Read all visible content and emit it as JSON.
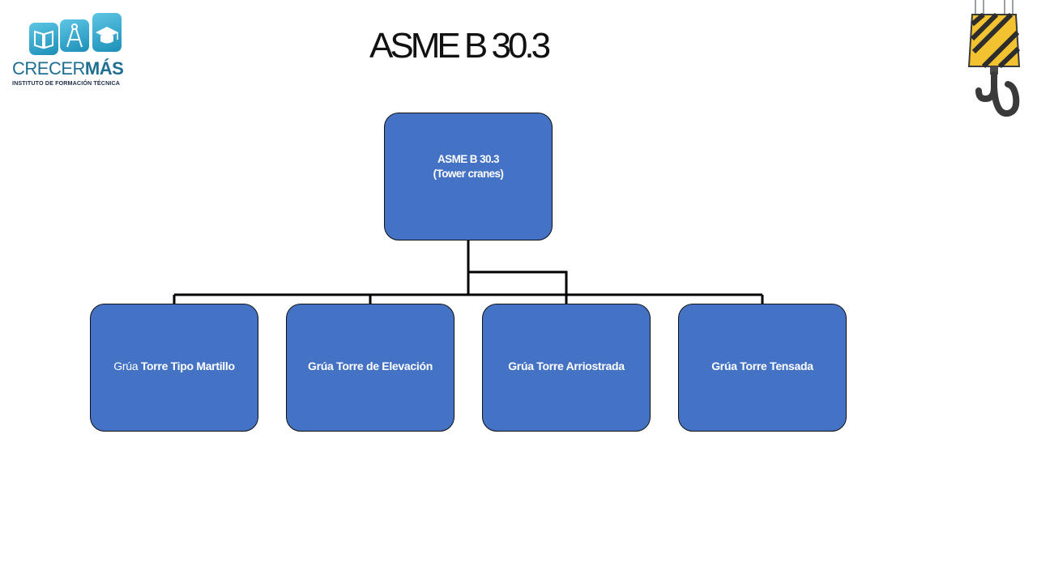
{
  "logo": {
    "name_part1": "CRECER",
    "name_part2": "MÁS",
    "tagline": "INSTITUTO DE FORMACIÓN TÉCNICA",
    "icons": [
      "book-icon",
      "compass-icon",
      "graduation-cap-icon"
    ]
  },
  "title": "ASME B 30.3",
  "colors": {
    "box_fill": "#4472c4",
    "logo_teal": "#1e6f92",
    "hook_yellow": "#f2c230"
  },
  "diagram": {
    "root": {
      "line1": "ASME B 30.3",
      "line2": "(Tower cranes)"
    },
    "children": [
      {
        "prefix": "Grúa",
        "label": "Torre Tipo Martillo"
      },
      {
        "label": "Grúa Torre de Elevación"
      },
      {
        "label": "Grúa Torre Arriostrada"
      },
      {
        "label": "Grúa Torre Tensada"
      }
    ]
  },
  "decoration": {
    "image": "crane-hook-icon"
  }
}
